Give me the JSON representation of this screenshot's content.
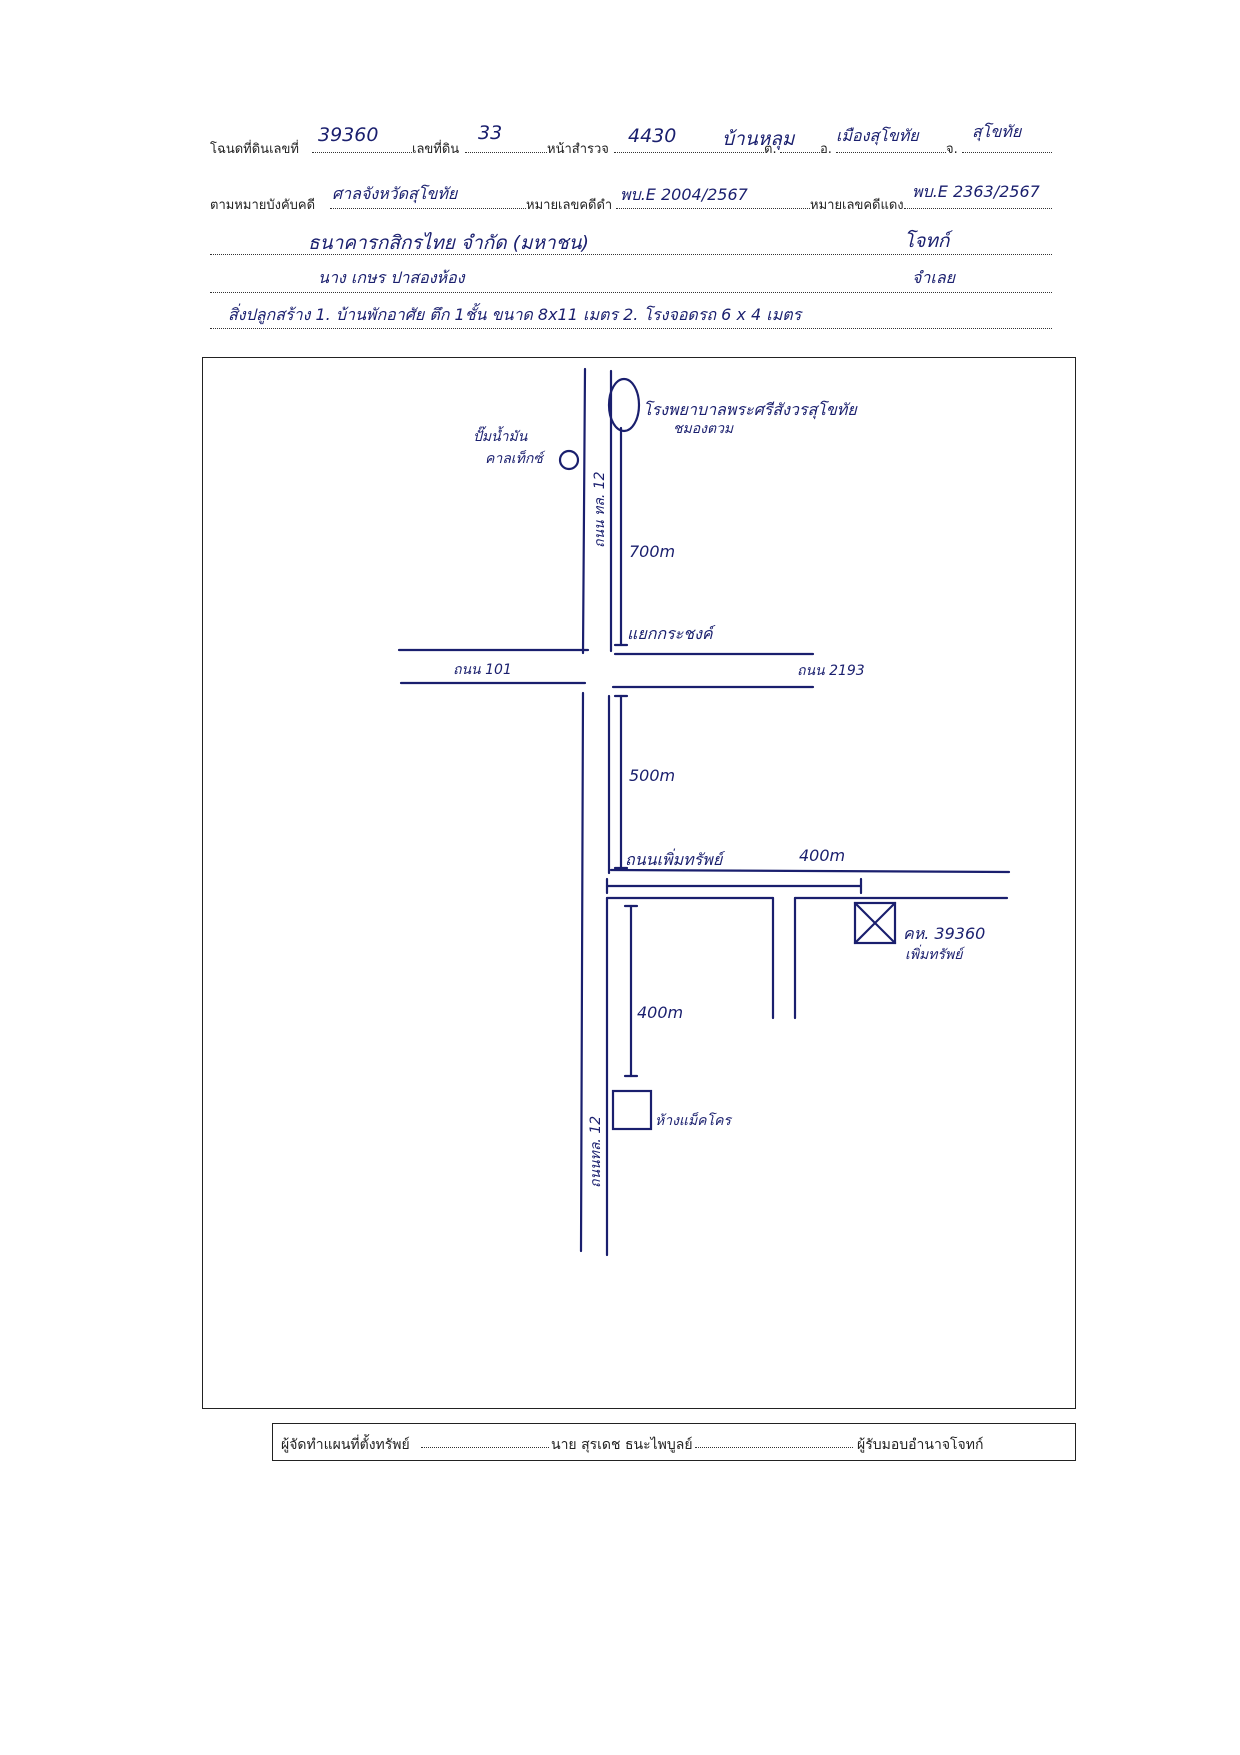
{
  "header": {
    "row1": {
      "deed_label": "โฉนดที่ดินเลขที่",
      "deed_value": "39360",
      "land_no_label": "เลขที่ดิน",
      "land_no_value": "33",
      "survey_label": "หน้าสำรวจ",
      "survey_value": "4430",
      "subdistrict_label": "ต.",
      "subdistrict_value": "บ้านหลุม",
      "district_label": "อ.",
      "district_value": "เมืองสุโขทัย",
      "province_label": "จ.",
      "province_value": "สุโขทัย"
    },
    "row2": {
      "court_label": "ตามหมายบังคับคดี",
      "court_value": "ศาลจังหวัดสุโขทัย",
      "black_case_label": "หมายเลขคดีดำ",
      "black_case_value": "พบ.E 2004/2567",
      "red_case_label": "หมายเลขคดีแดง",
      "red_case_value": "พบ.E 2363/2567"
    },
    "row3": {
      "plaintiff_value": "ธนาคารกสิกรไทย จำกัด (มหาชน)",
      "plaintiff_role": "โจทก์"
    },
    "row4": {
      "defendant_value": "นาง เกษร ปาสองห้อง",
      "defendant_role": "จำเลย"
    },
    "row5": {
      "buildings_value": "สิ่งปลูกสร้าง 1. บ้านพักอาศัย ตึก 1ชั้น ขนาด 8x11 เมตร 2. โรงจอดรถ 6 x 4 เมตร"
    }
  },
  "map": {
    "hospital": "โรงพยาบาลพระศรีสังวรสุโขทัย",
    "hospital_line2": "ชมองตวม",
    "gas_station_line1": "ปั๊มน้ำมัน",
    "gas_station_line2": "คาลเท็กซ์",
    "road_north": "ถนน ทล. 12",
    "road_south": "ถนนทล. 12",
    "road_west": "ถนน 101",
    "road_east": "ถนน 2193",
    "dist_north": "700m",
    "junction": "แยกกระชงค์",
    "dist_south": "500m",
    "side_road": "ถนนเพิ่มทรัพย์",
    "dist_side": "400m",
    "dist_store": "400m",
    "store": "ห้างแม็คโคร",
    "parcel_line1": "คห. 39360",
    "parcel_line2": "เพิ่มทรัพย์"
  },
  "footer": {
    "mapmaker_label": "ผู้จัดทำแผนที่ตั้งทรัพย์",
    "mapmaker_name": "นาย สุรเดช ธนะไพบูลย์",
    "authorized_label": "ผู้รับมอบอำนาจโจทก์"
  },
  "colors": {
    "ink": "#1a1f6e",
    "print": "#222222"
  }
}
